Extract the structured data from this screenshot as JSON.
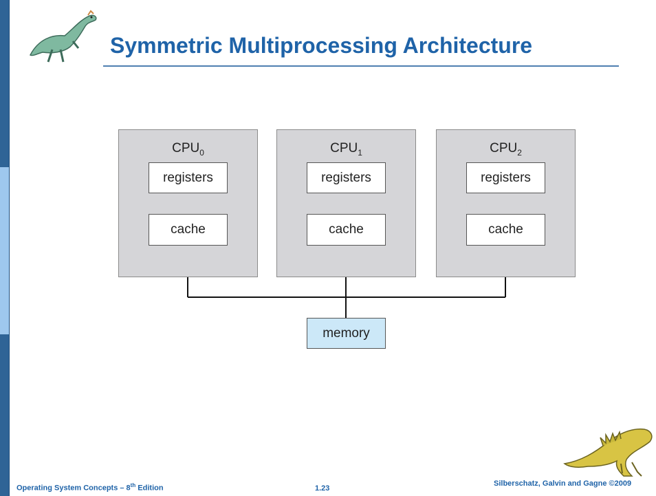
{
  "slide": {
    "title": "Symmetric Multiprocessing Architecture"
  },
  "diagram": {
    "cpus": [
      {
        "label": "CPU",
        "subscript": "0",
        "registers": "registers",
        "cache": "cache"
      },
      {
        "label": "CPU",
        "subscript": "1",
        "registers": "registers",
        "cache": "cache"
      },
      {
        "label": "CPU",
        "subscript": "2",
        "registers": "registers",
        "cache": "cache"
      }
    ],
    "memory": "memory"
  },
  "footer": {
    "book": "Operating System Concepts – 8",
    "edition_sup": "th",
    "edition_word": " Edition",
    "page": "1.23",
    "copyright": "Silberschatz, Galvin and Gagne ©2009"
  },
  "colors": {
    "title": "#1f63a8",
    "sidebar": "#2f6496",
    "cpu_panel": "#d5d5d8",
    "memory_box": "#cce8f8"
  },
  "icons": {
    "top_logo": "dinosaur-icon",
    "bottom_logo": "dinosaur-icon"
  }
}
